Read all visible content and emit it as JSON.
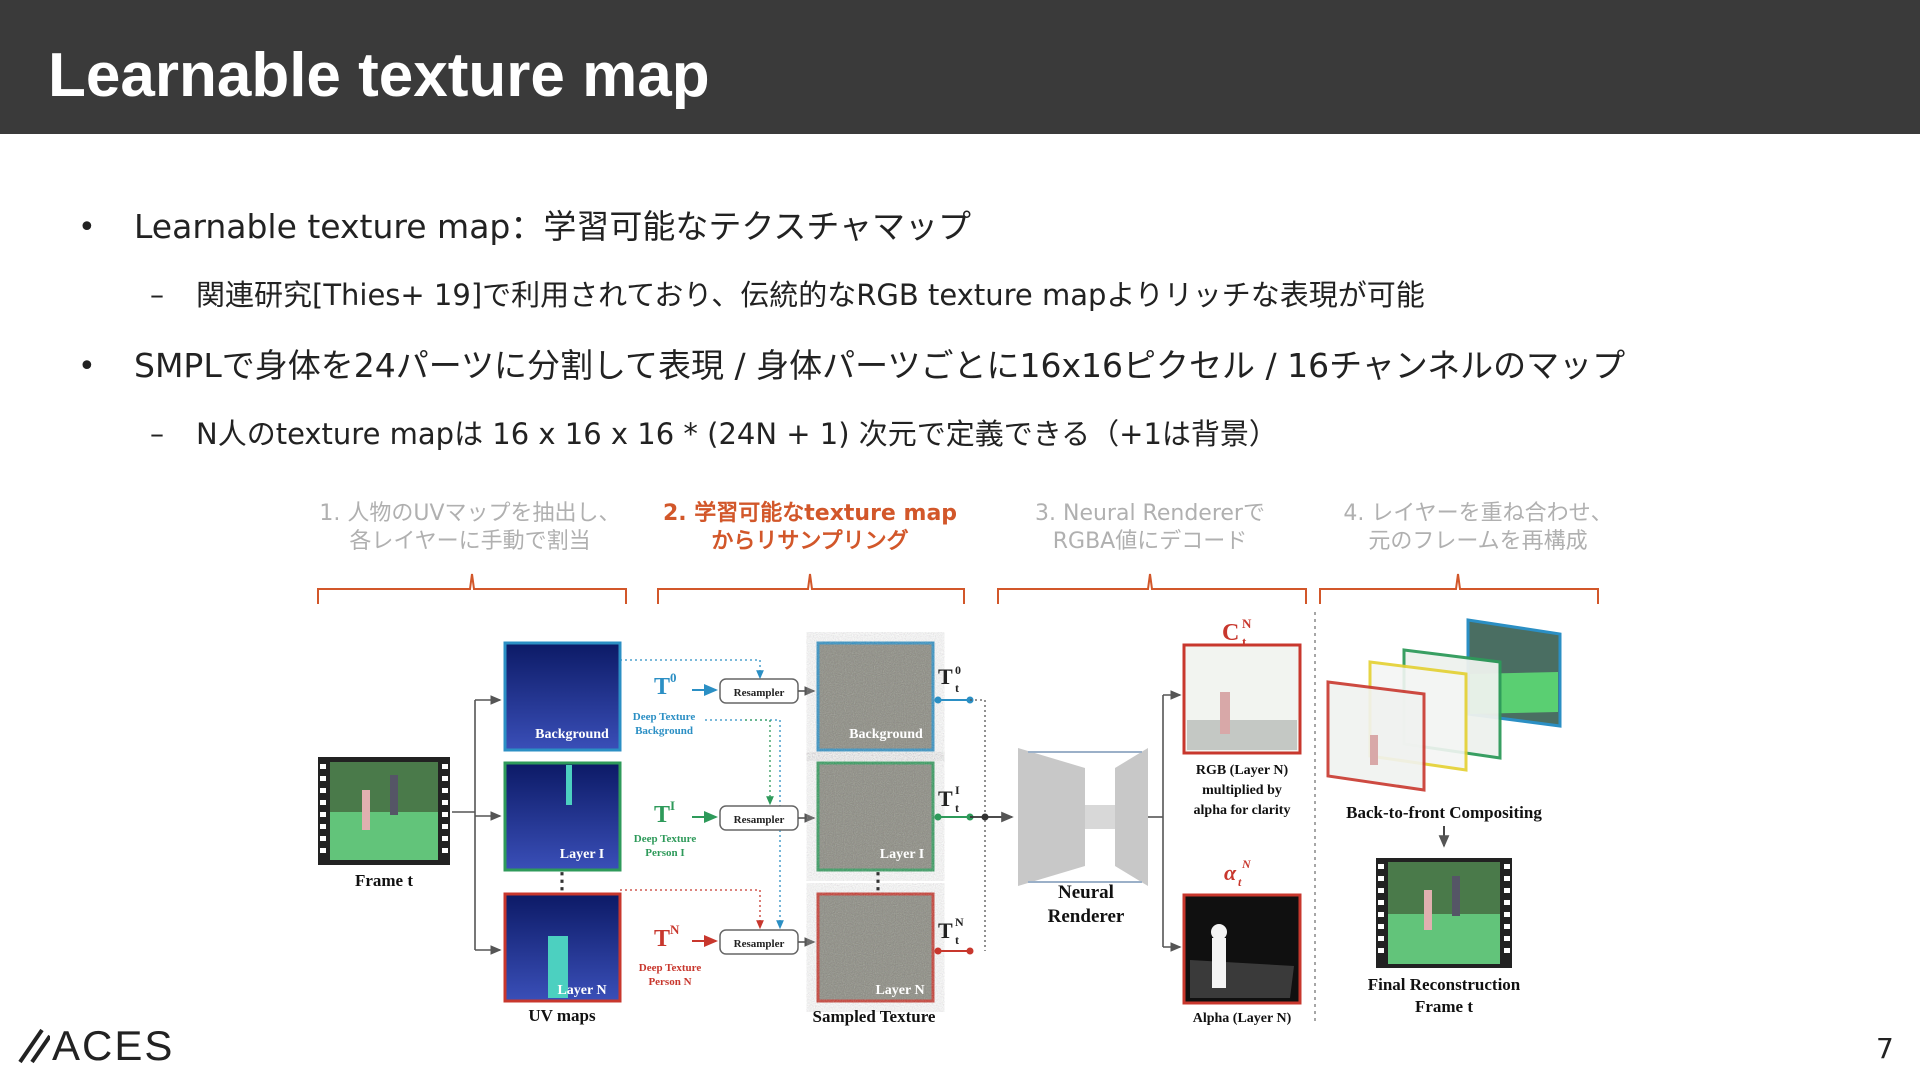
{
  "slide": {
    "title": "Learnable texture map",
    "page_number": "7",
    "logo": "ACES"
  },
  "bullets": [
    {
      "text": "Learnable texture map：学習可能なテクスチャマップ",
      "sub": "関連研究[Thies+ 19]で利用されており、伝統的なRGB  texture mapよりリッチな表現が可能"
    },
    {
      "text": "SMPLで身体を24パーツに分割して表現 / 身体パーツごとに16x16ピクセル / 16チャンネルのマップ",
      "sub": "N人のtexture mapは 16 x 16 x 16 * (24N + 1) 次元で定義できる（+1は背景）"
    }
  ],
  "steps": [
    {
      "line1": "1. 人物のUVマップを抽出し、",
      "line2": "各レイヤーに手動で割当",
      "highlight": false
    },
    {
      "line1": "2. 学習可能なtexture map",
      "line2": "からリサンプリング",
      "highlight": true
    },
    {
      "line1": "3. Neural Rendererで",
      "line2": "RGBA値にデコード",
      "highlight": false
    },
    {
      "line1": "4. レイヤーを重ね合わせ、",
      "line2": "元のフレームを再構成",
      "highlight": false
    }
  ],
  "figure": {
    "frame_label": "Frame t",
    "uv_maps_label": "UV maps",
    "uv_layers": [
      "Background",
      "Layer I",
      "Layer N"
    ],
    "deep_textures": [
      {
        "symbol": "T",
        "sup": "0",
        "line1": "Deep Texture",
        "line2": "Background",
        "color": "#2b8fc4"
      },
      {
        "symbol": "T",
        "sup": "I",
        "line1": "Deep Texture",
        "line2": "Person I",
        "color": "#2e9a5a"
      },
      {
        "symbol": "T",
        "sup": "N",
        "line1": "Deep Texture",
        "line2": "Person N",
        "color": "#c8372d"
      }
    ],
    "resampler_label": "Resampler",
    "sampled_label": "Sampled Texture",
    "sampled_layers": [
      "Background",
      "Layer I",
      "Layer N"
    ],
    "t_outputs": [
      {
        "sup": "0",
        "sub": "t"
      },
      {
        "sup": "I",
        "sub": "t"
      },
      {
        "sup": "N",
        "sub": "t"
      }
    ],
    "renderer_line1": "Neural",
    "renderer_line2": "Renderer",
    "c_symbol": "C",
    "c_sup": "N",
    "c_sub": "t",
    "rgb_caption": [
      "RGB (Layer N)",
      "multiplied by",
      "alpha for clarity"
    ],
    "alpha_symbol": "α",
    "alpha_sup": "N",
    "alpha_sub": "t",
    "alpha_caption": "Alpha (Layer N)",
    "composite_label": "Back-to-front Compositing",
    "final_line1": "Final Reconstruction",
    "final_line2": "Frame t",
    "colors": {
      "background": "#2b8fc4",
      "person_i": "#2e9a5a",
      "person_n": "#c8372d",
      "accent": "#d2572a"
    }
  }
}
